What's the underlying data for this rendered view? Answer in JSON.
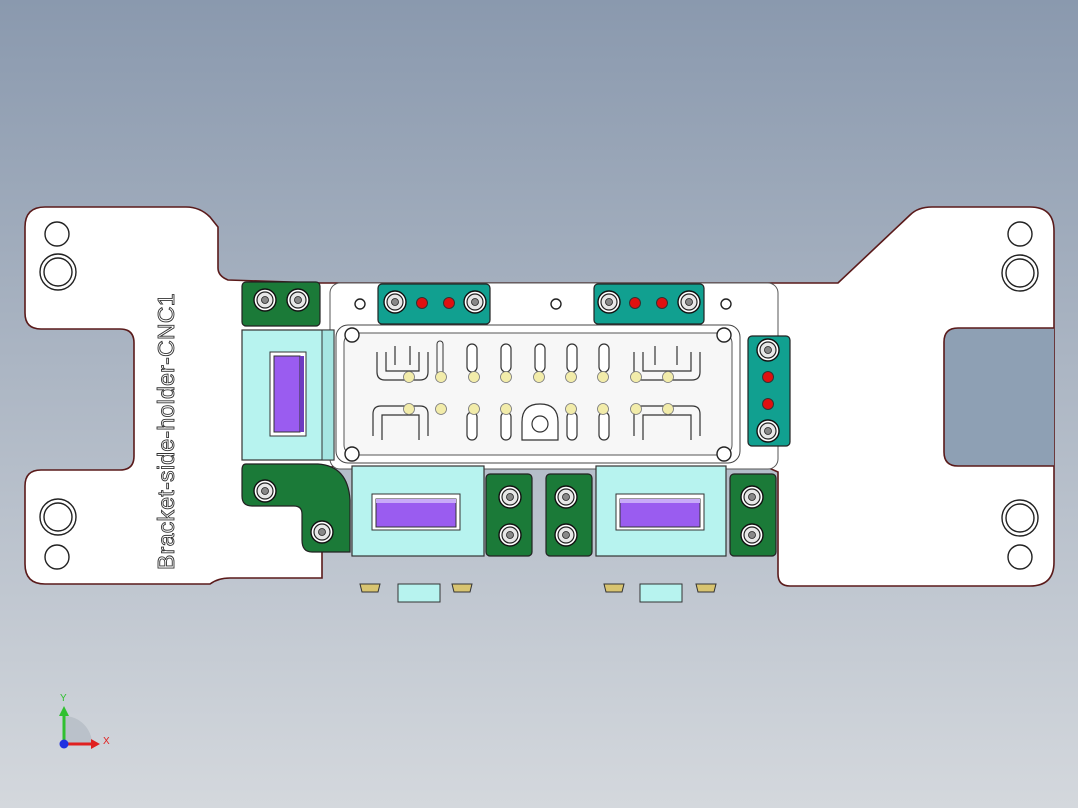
{
  "part": {
    "engraving": "Bracket-side-holder-CNC1"
  },
  "triad": {
    "x_label": "X",
    "y_label": "Y"
  },
  "colors": {
    "background_top": "#8a99ae",
    "background_bottom": "#d4d8dd",
    "plate": "#ffffff",
    "plate_edge": "#5a1a1a",
    "clamp_dark_green": "#1b7a38",
    "clamp_teal": "#11a090",
    "jaw_cyan": "#b7f3ef",
    "insert_purple": "#9a5cf0",
    "pin_red": "#e01010",
    "pin_yellow": "#f2ecaa",
    "axis_x": "#e02020",
    "axis_y": "#30c030",
    "axis_z": "#2030e0"
  }
}
